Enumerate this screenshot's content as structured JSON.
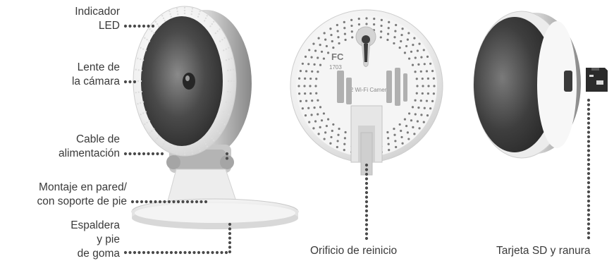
{
  "labels": {
    "led": [
      "Indicador",
      "LED"
    ],
    "lens": [
      "Lente de",
      "la cámara"
    ],
    "power": [
      "Cable de",
      "alimentación"
    ],
    "mount": [
      "Montaje en pared/",
      "con soporte de pie"
    ],
    "base": [
      "Espaldera",
      "y pie",
      "de goma"
    ],
    "reset": "Orificio de reinicio",
    "sd": "Tarjeta SD y ranura"
  },
  "back_panel": {
    "model": "C2 Wi-Fi Camera",
    "fcc_mark": "FC",
    "fcc_id": "1703"
  },
  "colors": {
    "dots": "#4a4a4a",
    "body": "#f2f2f2",
    "lens": "#3a3a3a"
  }
}
